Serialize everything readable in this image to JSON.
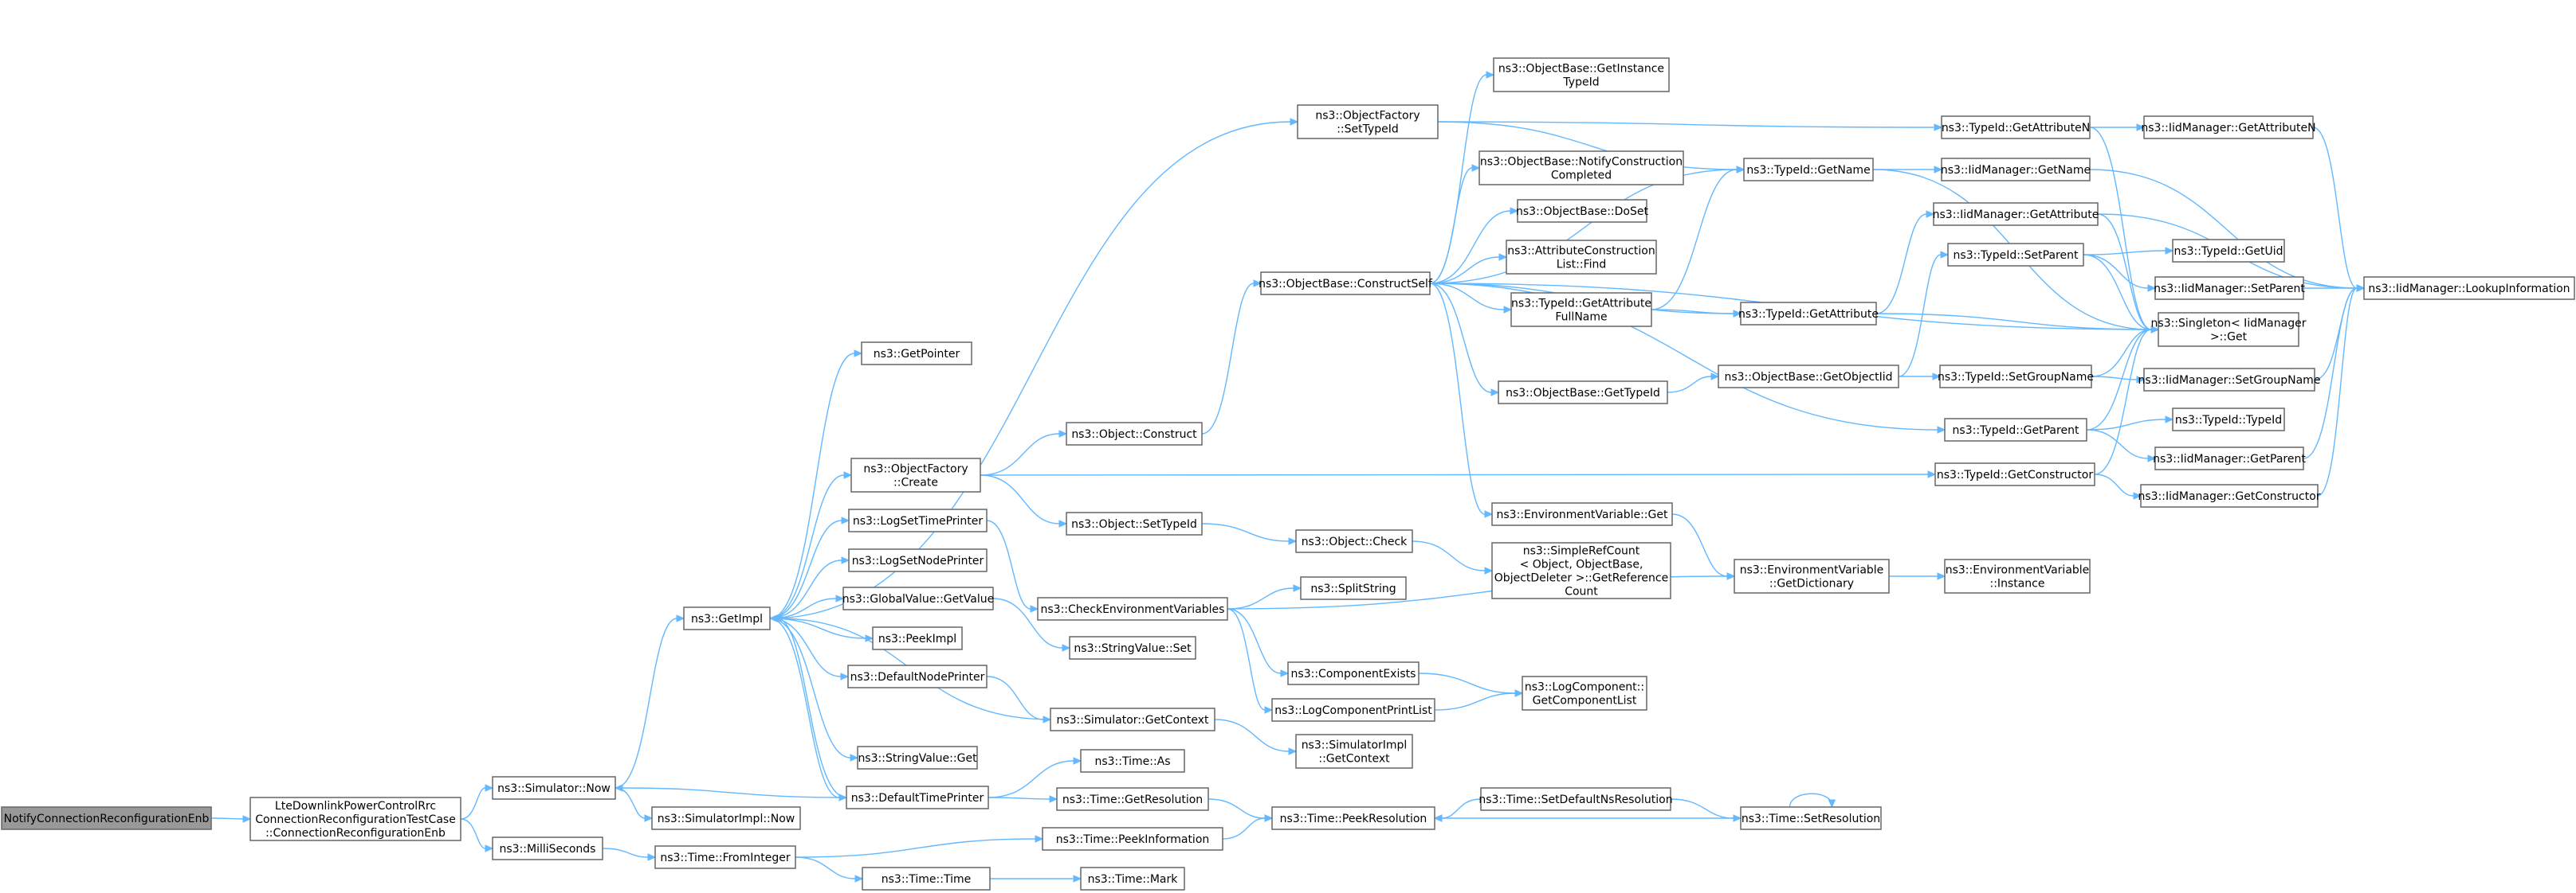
{
  "graph": {
    "nodes": [
      {
        "id": "n0",
        "lines": [
          "NotifyConnectionReconfigurationEnb"
        ],
        "root": true
      },
      {
        "id": "n1",
        "lines": [
          "LteDownlinkPowerControlRrc",
          "ConnectionReconfigurationTestCase",
          "::ConnectionReconfigurationEnb"
        ]
      },
      {
        "id": "n2",
        "lines": [
          "ns3::Simulator::Now"
        ]
      },
      {
        "id": "n3",
        "lines": [
          "ns3::MilliSeconds"
        ]
      },
      {
        "id": "n4",
        "lines": [
          "ns3::GetImpl"
        ]
      },
      {
        "id": "n5",
        "lines": [
          "ns3::SimulatorImpl::Now"
        ]
      },
      {
        "id": "n6",
        "lines": [
          "ns3::Time::FromInteger"
        ]
      },
      {
        "id": "n7",
        "lines": [
          "ns3::GetPointer"
        ]
      },
      {
        "id": "n8",
        "lines": [
          "ns3::ObjectFactory",
          "::Create"
        ]
      },
      {
        "id": "n9",
        "lines": [
          "ns3::LogSetTimePrinter"
        ]
      },
      {
        "id": "n10",
        "lines": [
          "ns3::LogSetNodePrinter"
        ]
      },
      {
        "id": "n11",
        "lines": [
          "ns3::GlobalValue::GetValue"
        ]
      },
      {
        "id": "n12",
        "lines": [
          "ns3::PeekImpl"
        ]
      },
      {
        "id": "n13",
        "lines": [
          "ns3::DefaultNodePrinter"
        ]
      },
      {
        "id": "n14",
        "lines": [
          "ns3::StringValue::Get"
        ]
      },
      {
        "id": "n15",
        "lines": [
          "ns3::DefaultTimePrinter"
        ]
      },
      {
        "id": "n16",
        "lines": [
          "ns3::ObjectFactory",
          "::SetTypeId"
        ]
      },
      {
        "id": "n17",
        "lines": [
          "ns3::Object::Construct"
        ]
      },
      {
        "id": "n18",
        "lines": [
          "ns3::Object::SetTypeId"
        ]
      },
      {
        "id": "n19",
        "lines": [
          "ns3::CheckEnvironmentVariables"
        ]
      },
      {
        "id": "n20",
        "lines": [
          "ns3::StringValue::Set"
        ]
      },
      {
        "id": "n21",
        "lines": [
          "ns3::Simulator::GetContext"
        ]
      },
      {
        "id": "n22",
        "lines": [
          "ns3::Time::As"
        ]
      },
      {
        "id": "n23",
        "lines": [
          "ns3::Time::GetResolution"
        ]
      },
      {
        "id": "n24",
        "lines": [
          "ns3::Time::PeekInformation"
        ]
      },
      {
        "id": "n25",
        "lines": [
          "ns3::Time::Time"
        ]
      },
      {
        "id": "n26",
        "lines": [
          "ns3::ObjectBase::ConstructSelf"
        ]
      },
      {
        "id": "n27",
        "lines": [
          "ns3::Object::Check"
        ]
      },
      {
        "id": "n28",
        "lines": [
          "ns3::SplitString"
        ]
      },
      {
        "id": "n29",
        "lines": [
          "ns3::ComponentExists"
        ]
      },
      {
        "id": "n30",
        "lines": [
          "ns3::LogComponentPrintList"
        ]
      },
      {
        "id": "n31",
        "lines": [
          "ns3::SimulatorImpl",
          "::GetContext"
        ]
      },
      {
        "id": "n32",
        "lines": [
          "ns3::Time::PeekResolution"
        ]
      },
      {
        "id": "n33",
        "lines": [
          "ns3::Time::Mark"
        ]
      },
      {
        "id": "n34",
        "lines": [
          "ns3::ObjectBase::GetInstance",
          "TypeId"
        ]
      },
      {
        "id": "n35",
        "lines": [
          "ns3::ObjectBase::NotifyConstruction",
          "Completed"
        ]
      },
      {
        "id": "n36",
        "lines": [
          "ns3::ObjectBase::DoSet"
        ]
      },
      {
        "id": "n37",
        "lines": [
          "ns3::AttributeConstruction",
          "List::Find"
        ]
      },
      {
        "id": "n38",
        "lines": [
          "ns3::TypeId::GetAttribute",
          "FullName"
        ]
      },
      {
        "id": "n39",
        "lines": [
          "ns3::ObjectBase::GetTypeId"
        ]
      },
      {
        "id": "n40",
        "lines": [
          "ns3::EnvironmentVariable::Get"
        ]
      },
      {
        "id": "n41",
        "lines": [
          "ns3::SimpleRefCount",
          "< Object, ObjectBase,",
          "ObjectDeleter >::GetReference",
          "Count"
        ]
      },
      {
        "id": "n42",
        "lines": [
          "ns3::LogComponent::",
          "GetComponentList"
        ]
      },
      {
        "id": "n43",
        "lines": [
          "ns3::Time::SetDefaultNsResolution"
        ]
      },
      {
        "id": "n44",
        "lines": [
          "ns3::TypeId::GetName"
        ]
      },
      {
        "id": "n45",
        "lines": [
          "ns3::TypeId::GetAttribute"
        ]
      },
      {
        "id": "n46",
        "lines": [
          "ns3::ObjectBase::GetObjectIid"
        ]
      },
      {
        "id": "n47",
        "lines": [
          "ns3::EnvironmentVariable",
          "::GetDictionary"
        ]
      },
      {
        "id": "n48",
        "lines": [
          "ns3::Time::SetResolution"
        ]
      },
      {
        "id": "n49",
        "lines": [
          "ns3::TypeId::GetAttributeN"
        ]
      },
      {
        "id": "n50",
        "lines": [
          "ns3::IidManager::GetName"
        ]
      },
      {
        "id": "n51",
        "lines": [
          "ns3::IidManager::GetAttribute"
        ]
      },
      {
        "id": "n52",
        "lines": [
          "ns3::TypeId::SetParent"
        ]
      },
      {
        "id": "n53",
        "lines": [
          "ns3::TypeId::SetGroupName"
        ]
      },
      {
        "id": "n54",
        "lines": [
          "ns3::TypeId::GetParent"
        ]
      },
      {
        "id": "n55",
        "lines": [
          "ns3::TypeId::GetConstructor"
        ]
      },
      {
        "id": "n56",
        "lines": [
          "ns3::EnvironmentVariable",
          "::Instance"
        ]
      },
      {
        "id": "n57",
        "lines": [
          "ns3::IidManager::GetAttributeN"
        ]
      },
      {
        "id": "n58",
        "lines": [
          "ns3::TypeId::GetUid"
        ]
      },
      {
        "id": "n59",
        "lines": [
          "ns3::IidManager::SetParent"
        ]
      },
      {
        "id": "n60",
        "lines": [
          "ns3::Singleton< IidManager",
          " >::Get"
        ]
      },
      {
        "id": "n61",
        "lines": [
          "ns3::IidManager::SetGroupName"
        ]
      },
      {
        "id": "n62",
        "lines": [
          "ns3::TypeId::TypeId"
        ]
      },
      {
        "id": "n63",
        "lines": [
          "ns3::IidManager::GetParent"
        ]
      },
      {
        "id": "n64",
        "lines": [
          "ns3::IidManager::GetConstructor"
        ]
      },
      {
        "id": "n65",
        "lines": [
          "ns3::IidManager::LookupInformation"
        ]
      }
    ]
  }
}
